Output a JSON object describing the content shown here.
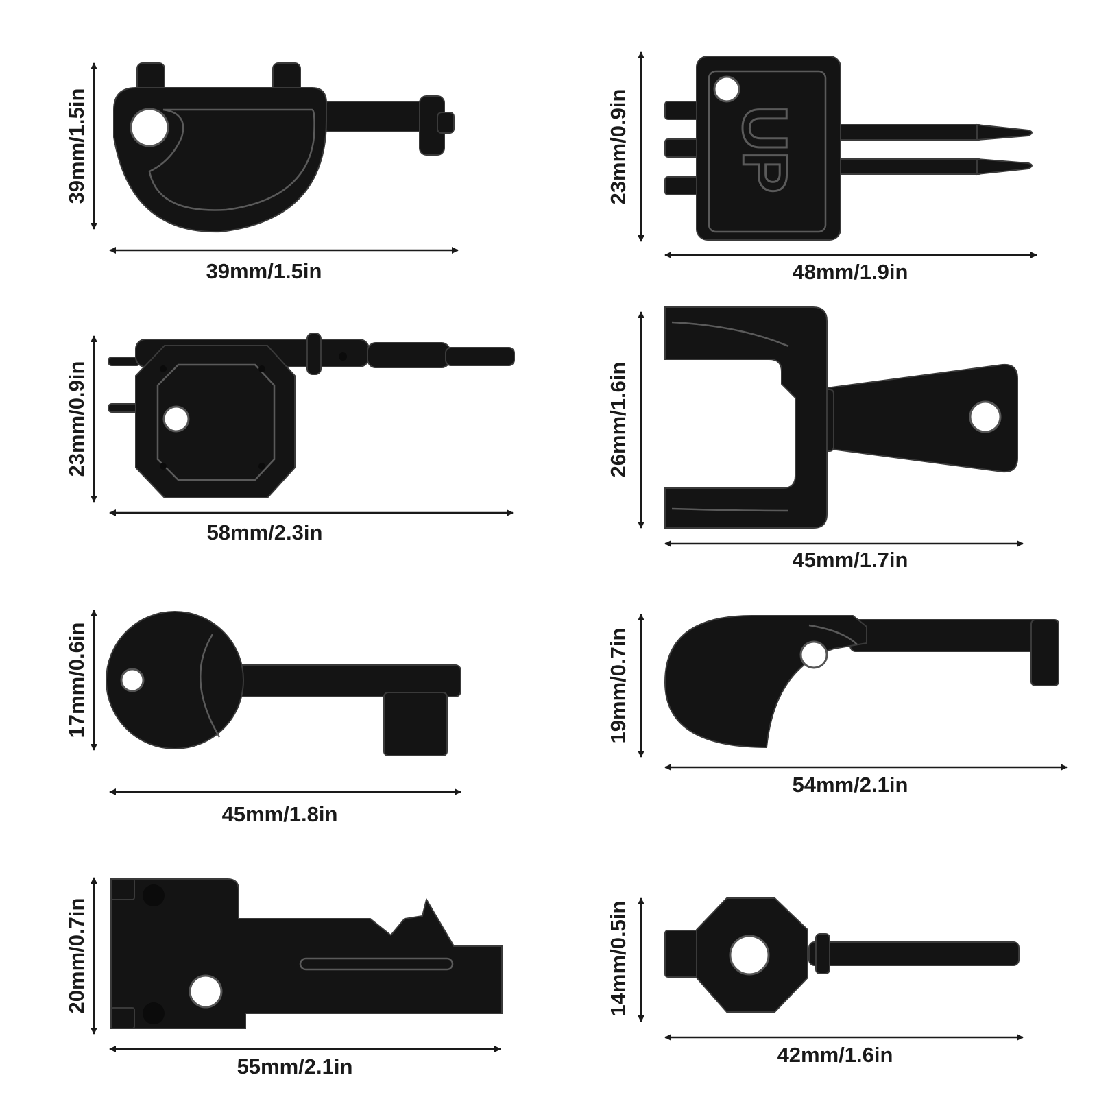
{
  "keys": [
    {
      "name": "half-moon-key",
      "height_label": "39mm/1.5in",
      "width_label": "39mm/1.5in"
    },
    {
      "name": "up-key",
      "height_label": "23mm/0.9in",
      "width_label": "48mm/1.9in",
      "emboss_text": "UP"
    },
    {
      "name": "octagon-head-key",
      "height_label": "23mm/0.9in",
      "width_label": "58mm/2.3in"
    },
    {
      "name": "u-bracket-key",
      "height_label": "26mm/1.6in",
      "width_label": "45mm/1.7in"
    },
    {
      "name": "round-bow-key",
      "height_label": "17mm/0.6in",
      "width_label": "45mm/1.8in"
    },
    {
      "name": "teardrop-key",
      "height_label": "19mm/0.7in",
      "width_label": "54mm/2.1in"
    },
    {
      "name": "flat-plate-key",
      "height_label": "20mm/0.7in",
      "width_label": "55mm/2.1in"
    },
    {
      "name": "small-octagon-key",
      "height_label": "14mm/0.5in",
      "width_label": "42mm/1.6in"
    }
  ]
}
